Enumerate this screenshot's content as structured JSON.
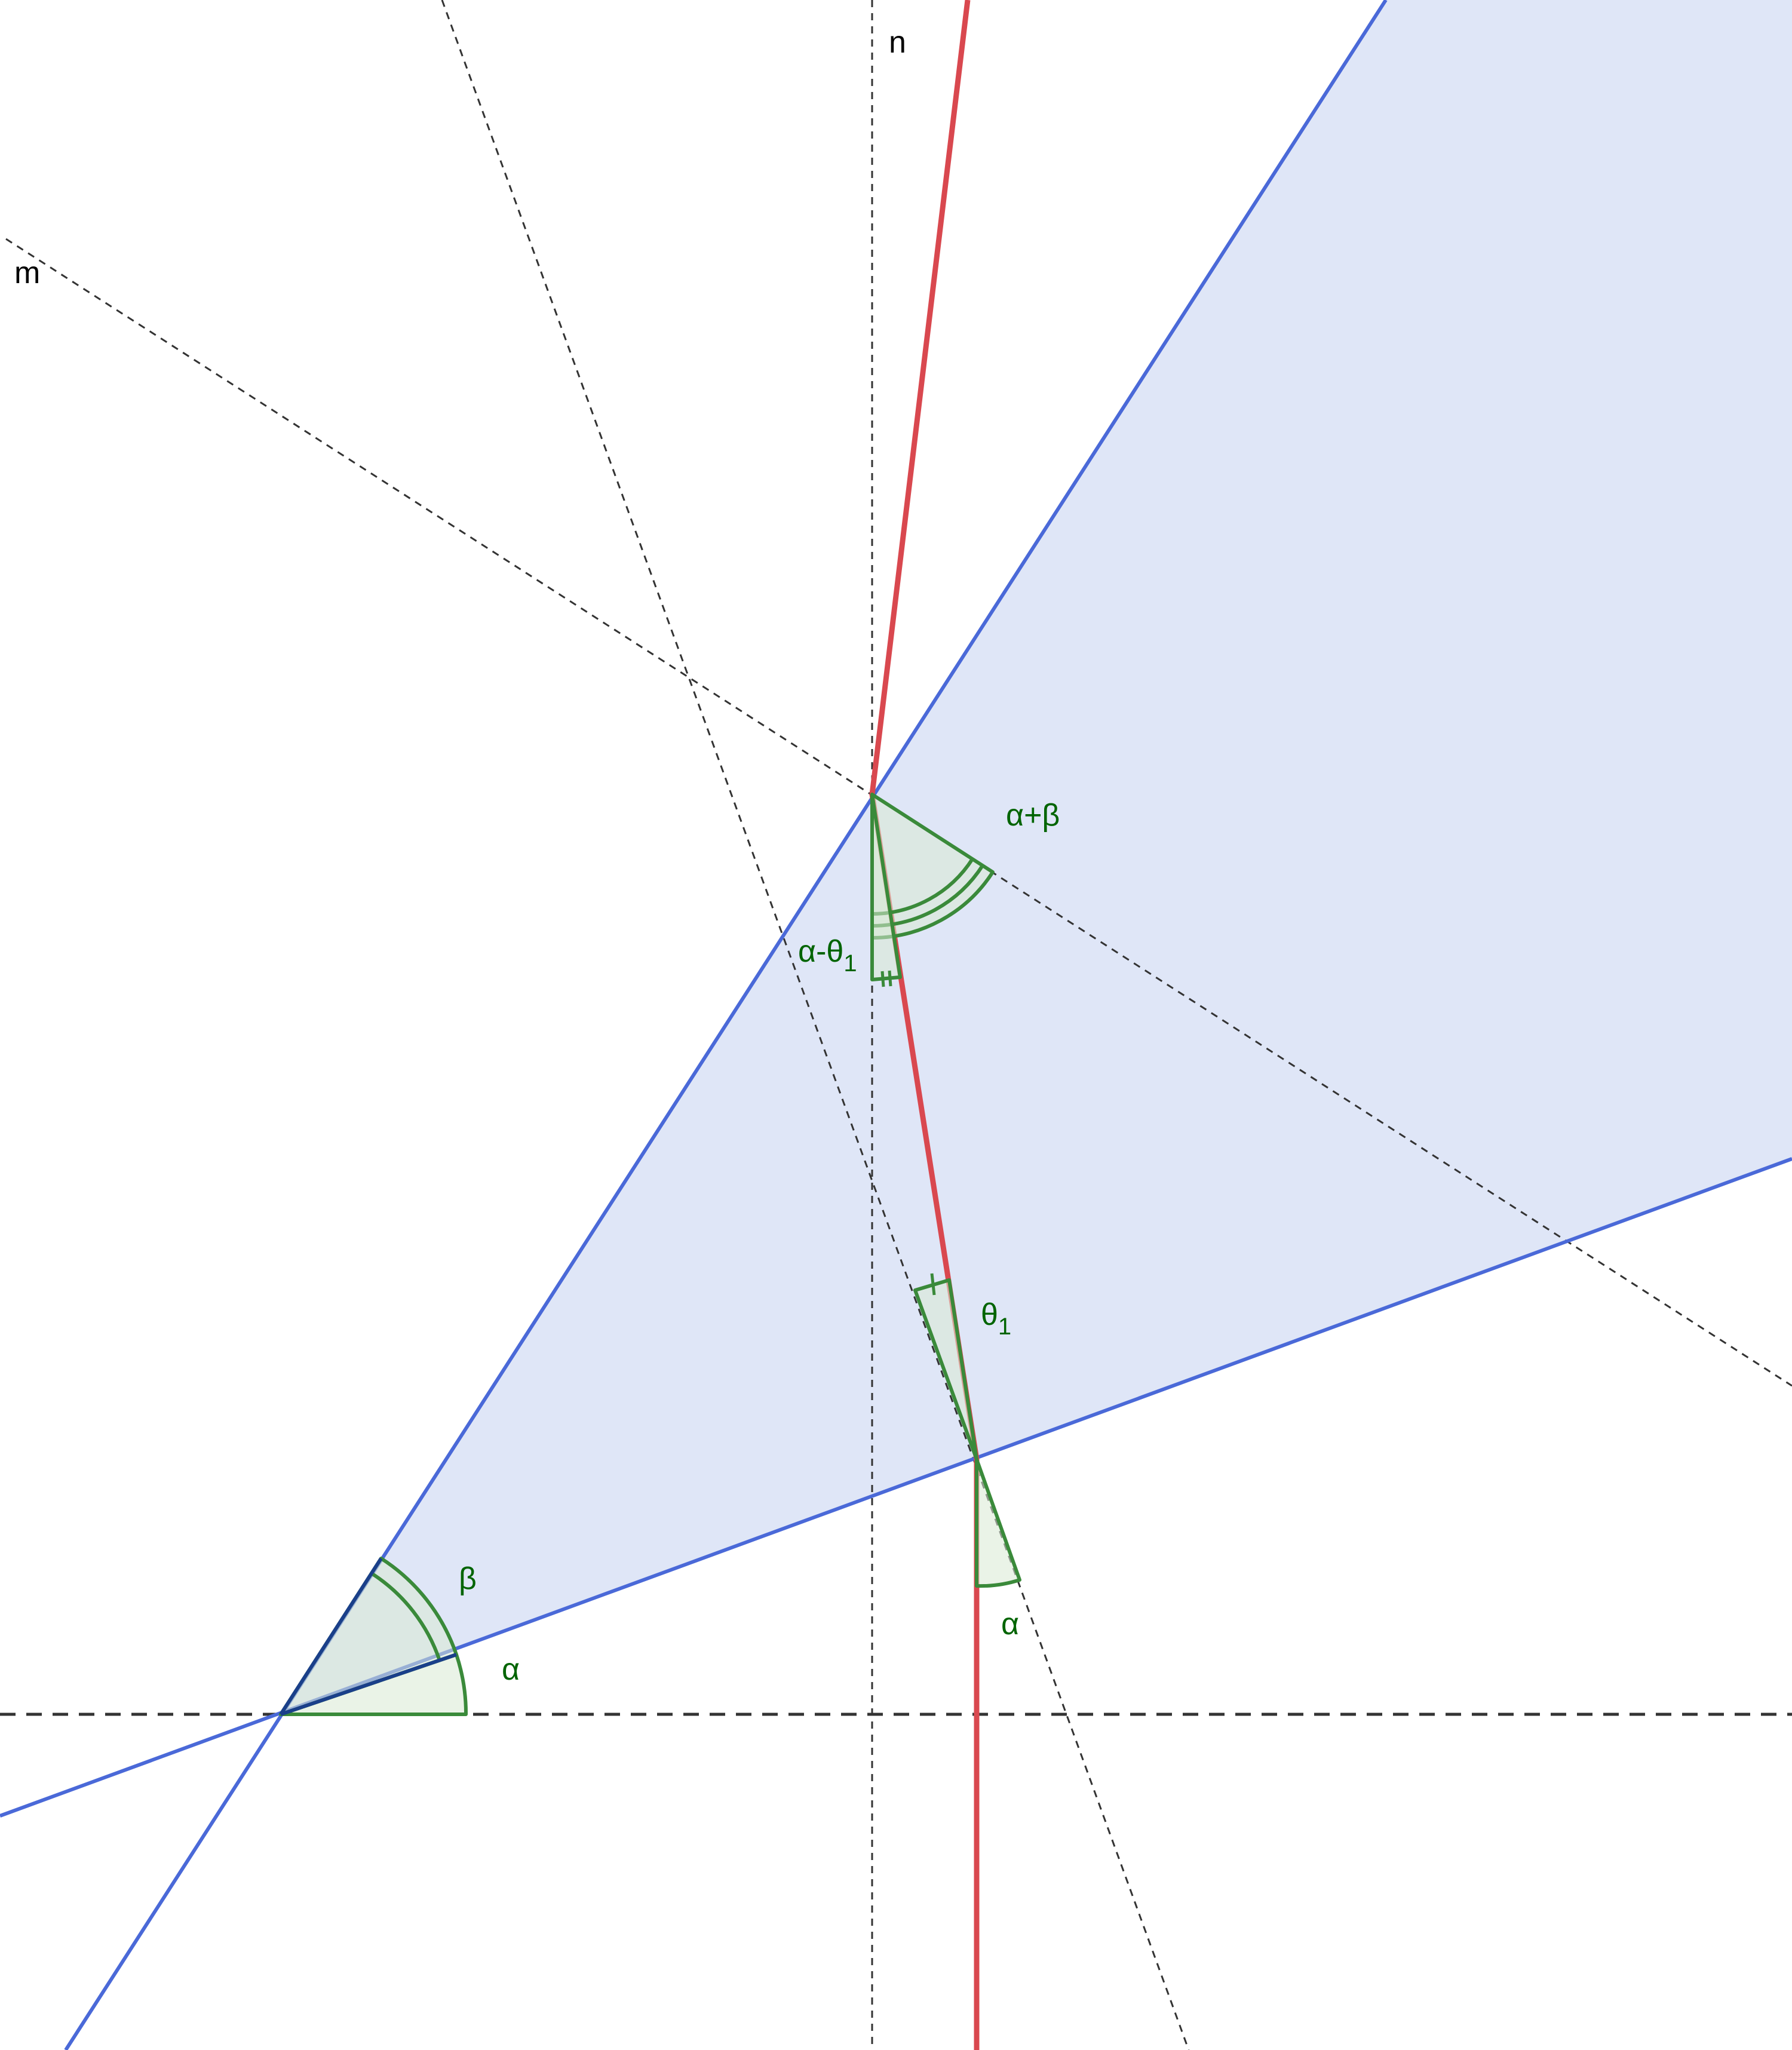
{
  "colors": {
    "prism_fill": "#dfe6f7",
    "prism_edge": "#4a69d8",
    "ray": "#d9484f",
    "construction": "#333333",
    "angle_stroke": "#3a8a3a",
    "angle_fill": "#d9ead3",
    "label_green": "#006400",
    "label_dark": "#000000"
  },
  "labels": {
    "line_n": "n",
    "line_m": "m",
    "angle_alpha_plus_beta": "α+β",
    "angle_alpha_minus_theta": "α-θ",
    "angle_alpha_minus_theta_sub": "1",
    "angle_theta": "θ",
    "angle_theta_sub": "1",
    "angle_beta": "β",
    "angle_alpha_base": "α",
    "angle_alpha_exit": "α"
  }
}
